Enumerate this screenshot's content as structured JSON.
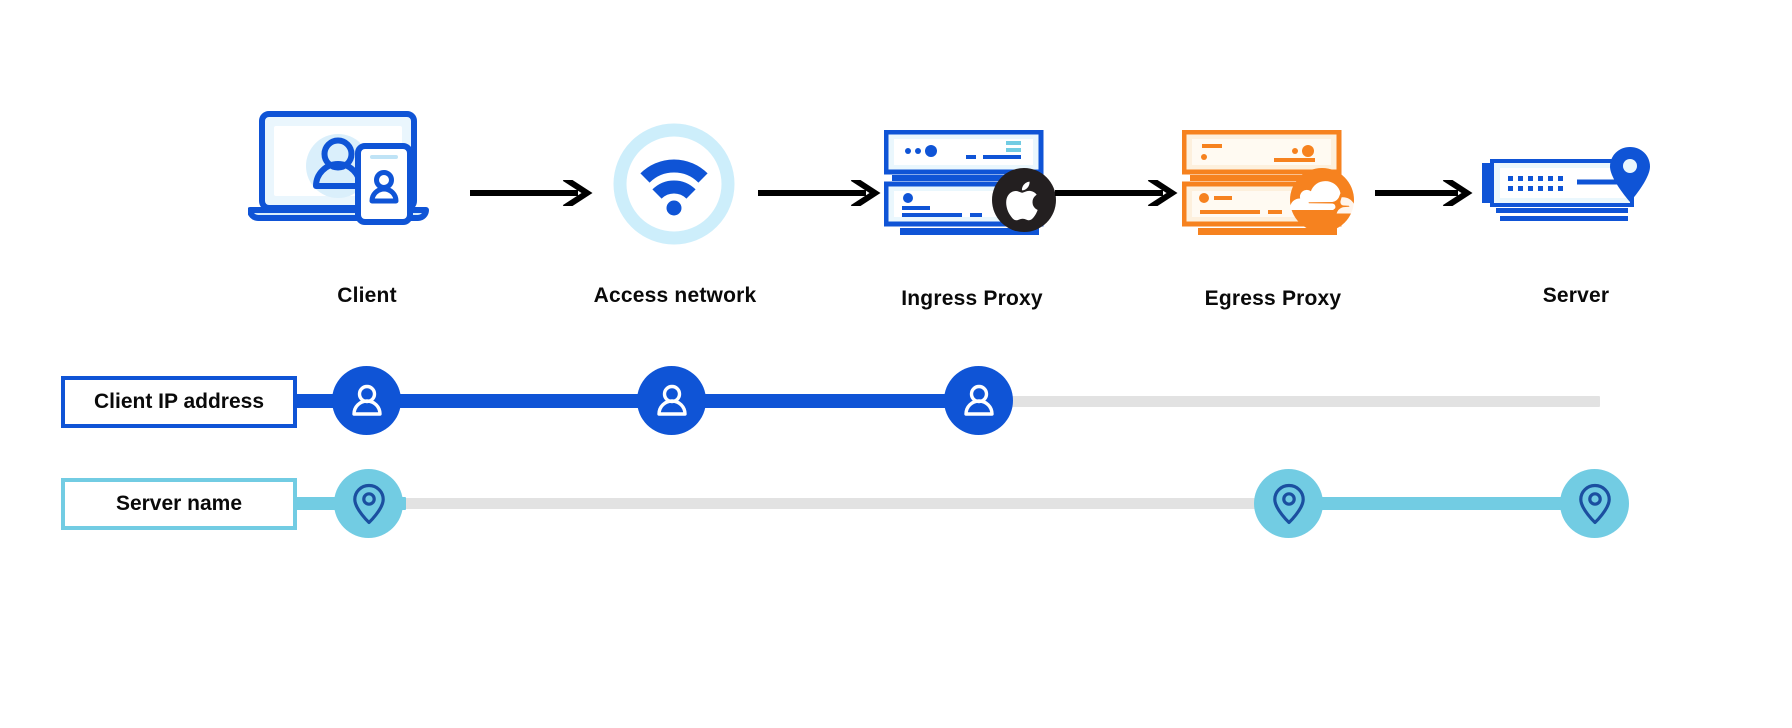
{
  "diagram": {
    "title": "Connection path privacy diagram",
    "colors": {
      "blue": "#0f54d6",
      "blue_strong": "#0d52d3",
      "light_blue": "#cdeefb",
      "sky": "#72cce3",
      "orange": "#f6821f",
      "orange_light": "#fdf0dd",
      "gray_track": "#e2e2e2",
      "black": "#231f20",
      "white": "#ffffff"
    },
    "flow": {
      "nodes": [
        {
          "id": "client",
          "label": "Client",
          "icon": "laptop-phone-user-icon",
          "badge": null
        },
        {
          "id": "access-network",
          "label": "Access network",
          "icon": "wifi-circle-icon",
          "badge": null
        },
        {
          "id": "ingress-proxy",
          "label": "Ingress Proxy",
          "icon": "server-stack-blue-icon",
          "badge": "apple-logo-badge"
        },
        {
          "id": "egress-proxy",
          "label": "Egress Proxy",
          "icon": "server-stack-orange-icon",
          "badge": "cloudflare-logo-badge"
        },
        {
          "id": "server",
          "label": "Server",
          "icon": "server-single-icon",
          "badge": "location-pin-badge"
        }
      ],
      "arrows": [
        "arrow-right-icon",
        "arrow-right-icon",
        "arrow-right-icon",
        "arrow-right-icon"
      ]
    },
    "tracks": [
      {
        "id": "client-ip-address",
        "label": "Client IP address",
        "node_icon": "person-icon",
        "accent": "#0f54d6",
        "known_through": 3,
        "nodes_visible": 3
      },
      {
        "id": "server-name",
        "label": "Server name",
        "node_icon": "map-pin-icon",
        "accent": "#72cce3",
        "known_through": 1,
        "nodes_visible": 3
      }
    ]
  }
}
